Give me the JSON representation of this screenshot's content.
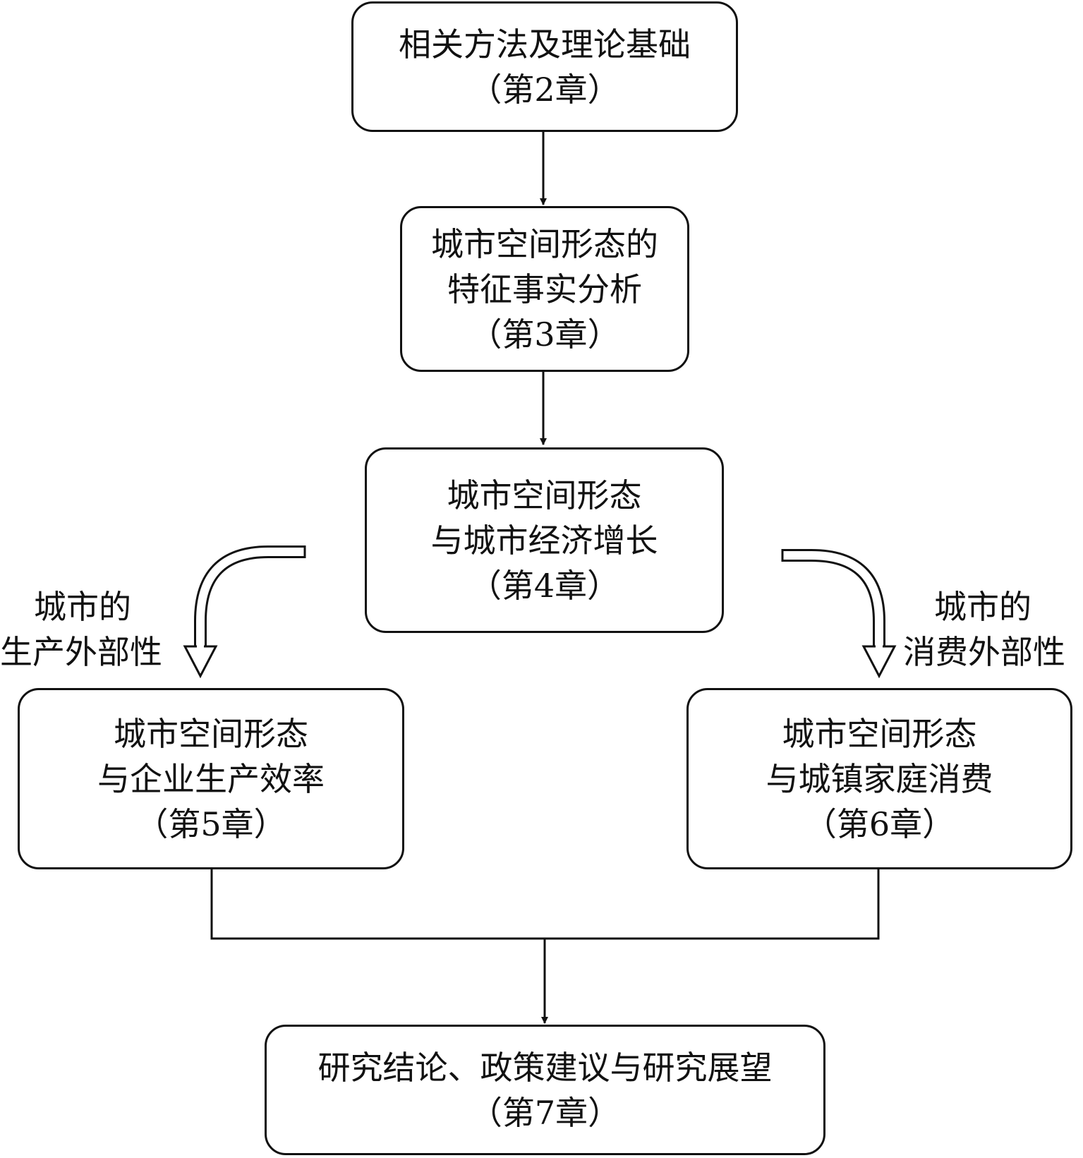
{
  "nodes": {
    "ch2": {
      "lines": [
        "相关方法及理论基础",
        "（第2章）"
      ]
    },
    "ch3": {
      "lines": [
        "城市空间形态的",
        "特征事实分析",
        "（第3章）"
      ]
    },
    "ch4": {
      "lines": [
        "城市空间形态",
        "与城市经济增长",
        "（第4章）"
      ]
    },
    "ch5": {
      "lines": [
        "城市空间形态",
        "与企业生产效率",
        "（第5章）"
      ]
    },
    "ch6": {
      "lines": [
        "城市空间形态",
        "与城镇家庭消费",
        "（第6章）"
      ]
    },
    "ch7": {
      "lines": [
        "研究结论、政策建议与研究展望",
        "（第7章）"
      ]
    }
  },
  "side_labels": {
    "left": {
      "lines": [
        "城市的",
        "生产外部性"
      ]
    },
    "right": {
      "lines": [
        "城市的",
        "消费外部性"
      ]
    }
  },
  "colors": {
    "stroke": "#111111",
    "background": "#ffffff"
  }
}
